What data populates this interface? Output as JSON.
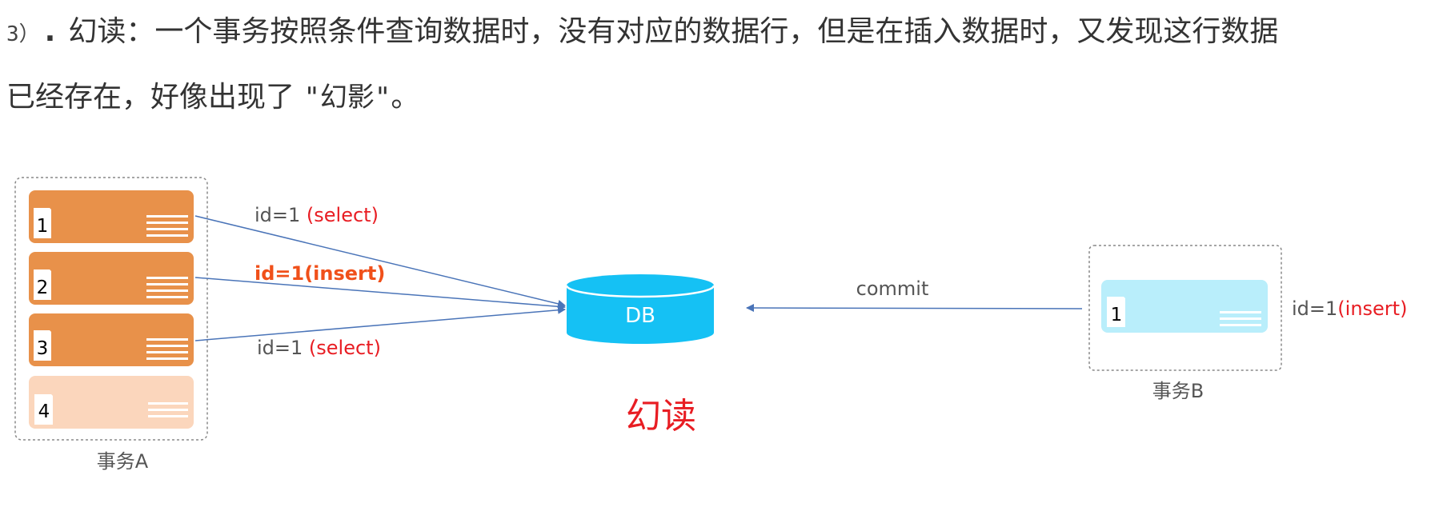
{
  "text": {
    "line1_num": "3）",
    "line1_dot": ".",
    "line1": "幻读：一个事务按照条件查询数据时，没有对应的数据行，但是在插入数据时，又发现这行数据",
    "line2_a": "已经存在，好像出现了 ",
    "line2_b": "\"幻影\"",
    "line2_c": "。"
  },
  "diagram": {
    "txA": {
      "label": "事务A",
      "rows": [
        {
          "num": "1",
          "state": "active"
        },
        {
          "num": "2",
          "state": "active"
        },
        {
          "num": "3",
          "state": "active"
        },
        {
          "num": "4",
          "state": "faded"
        }
      ]
    },
    "txB": {
      "label": "事务B",
      "row_num": "1",
      "side_label": "id=1",
      "side_op": "(insert)"
    },
    "arrows": [
      {
        "id": "id=1",
        "op": " (select)",
        "style": "normal"
      },
      {
        "id": "",
        "op": "id=1(insert)",
        "style": "bold"
      },
      {
        "id": "id=1",
        "op": " (select)",
        "style": "normal"
      }
    ],
    "commit_label": "commit",
    "db_label": "DB",
    "phenomenon": "幻读"
  },
  "colors": {
    "orange": "#E8914A",
    "orange_faded": "#FBD6BC",
    "db_blue": "#15C1F4",
    "light_blue": "#B9EEFB",
    "arrow_blue": "#4A74B8",
    "red": "#E81D23",
    "orange_red": "#F0501A",
    "gray_text": "#555555"
  }
}
